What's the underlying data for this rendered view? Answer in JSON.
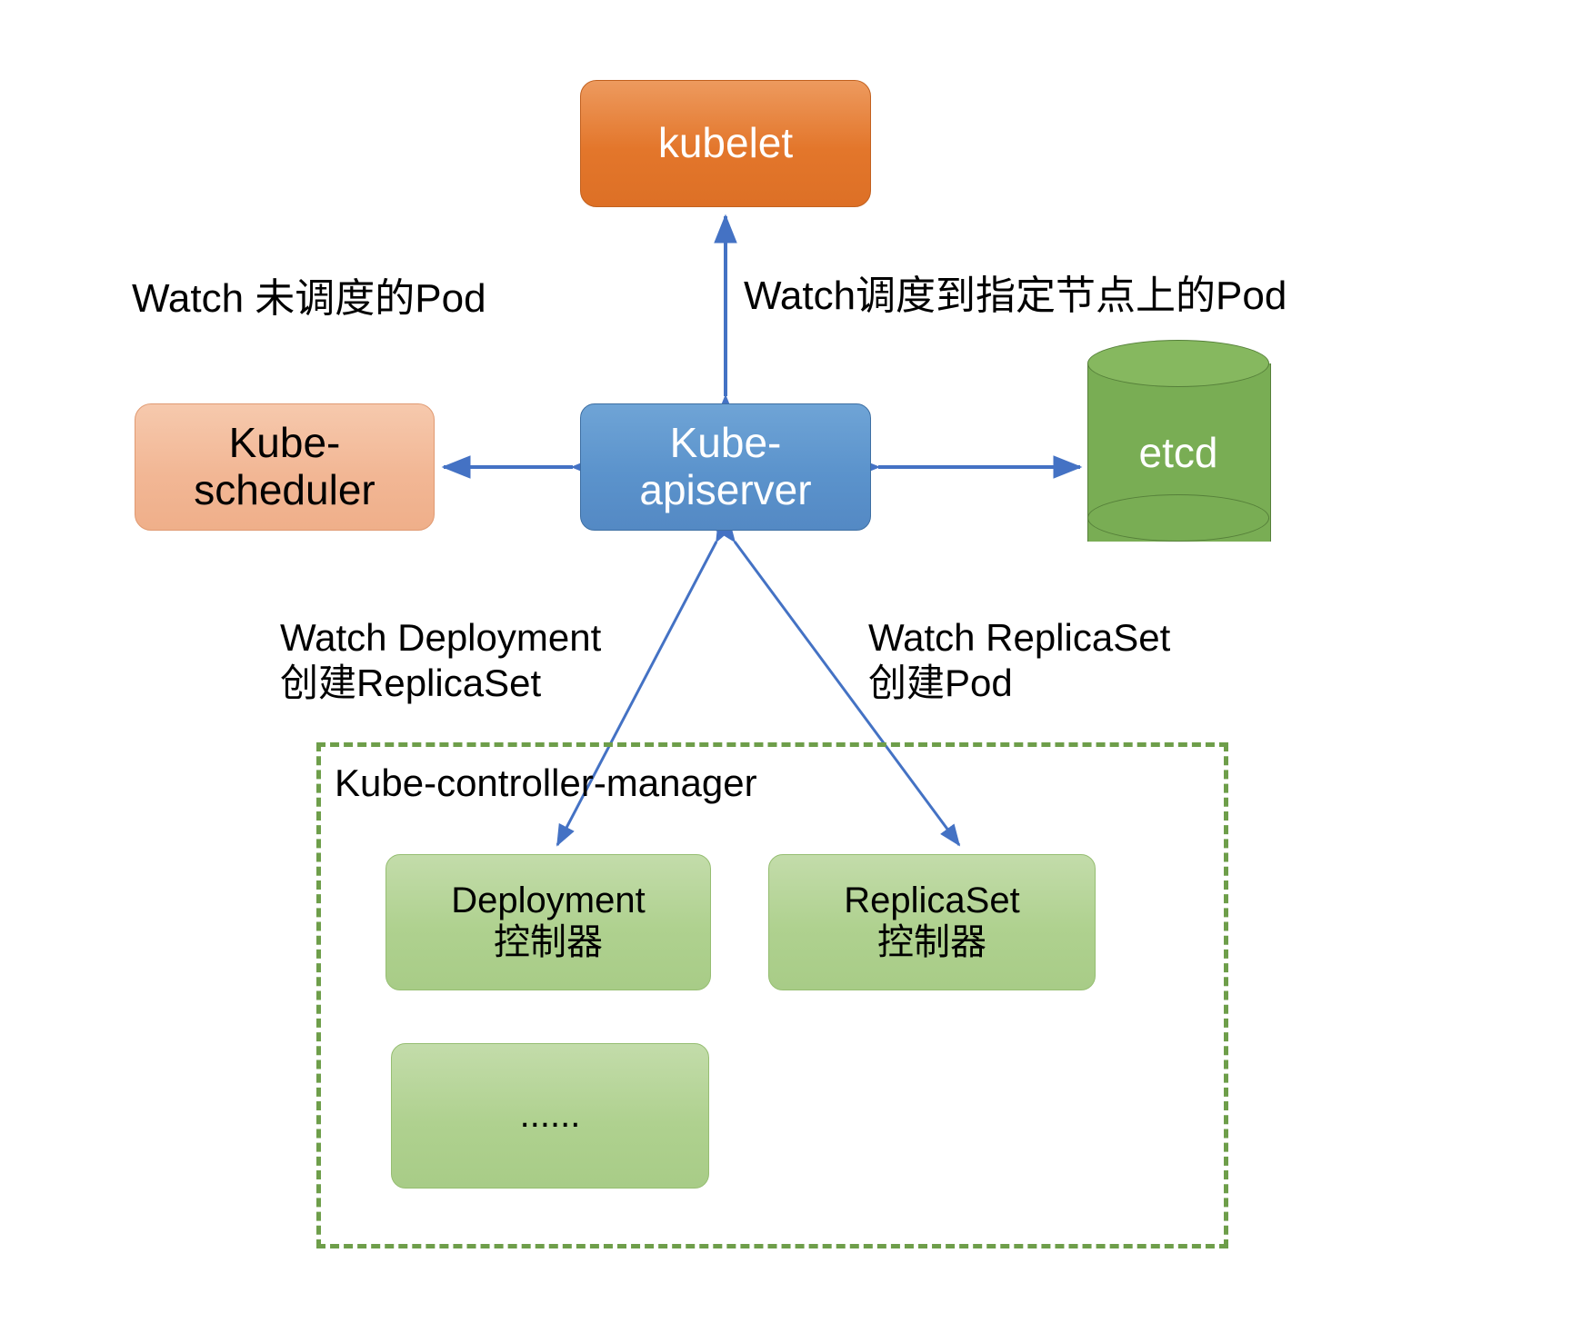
{
  "diagram": {
    "title": "Kubernetes control-plane watch/create flow",
    "background": "#ffffff",
    "arrow_color": "#4472C4"
  },
  "nodes": {
    "kubelet": {
      "label": "kubelet",
      "fill": "#E3762B",
      "text_color": "#ffffff"
    },
    "apiserver": {
      "label": "Kube-\napiserver",
      "fill": "#5B93CC",
      "text_color": "#ffffff"
    },
    "scheduler": {
      "label": "Kube-\nscheduler",
      "fill": "#F2B795",
      "text_color": "#000000"
    },
    "etcd": {
      "label": "etcd",
      "fill": "#79AD54",
      "text_color": "#ffffff",
      "shape": "cylinder"
    }
  },
  "controller_manager": {
    "title": "Kube-controller-manager",
    "border_color": "#6E9E4A",
    "border_style": "dashed",
    "controllers": [
      {
        "label": "Deployment\n控制器",
        "fill": "#AFD18F"
      },
      {
        "label": "ReplicaSet\n控制器",
        "fill": "#AFD18F"
      },
      {
        "label": "......",
        "fill": "#AFD18F"
      }
    ]
  },
  "annotations": {
    "watch_unscheduled_pod": "Watch 未调度的Pod",
    "watch_scheduled_pod": "Watch调度到指定节点上的Pod",
    "watch_deployment": "Watch Deployment\n创建ReplicaSet",
    "watch_replicaset": "Watch ReplicaSet\n创建Pod"
  },
  "edges": [
    {
      "name": "apiserver-kubelet",
      "from": "apiserver",
      "to": "kubelet",
      "direction": "both"
    },
    {
      "name": "apiserver-scheduler",
      "from": "apiserver",
      "to": "scheduler",
      "direction": "both"
    },
    {
      "name": "apiserver-etcd",
      "from": "apiserver",
      "to": "etcd",
      "direction": "both"
    },
    {
      "name": "apiserver-deployment-controller",
      "from": "apiserver",
      "to": "deployment-controller",
      "direction": "both"
    },
    {
      "name": "apiserver-replicaset-controller",
      "from": "apiserver",
      "to": "replicaset-controller",
      "direction": "both"
    }
  ]
}
